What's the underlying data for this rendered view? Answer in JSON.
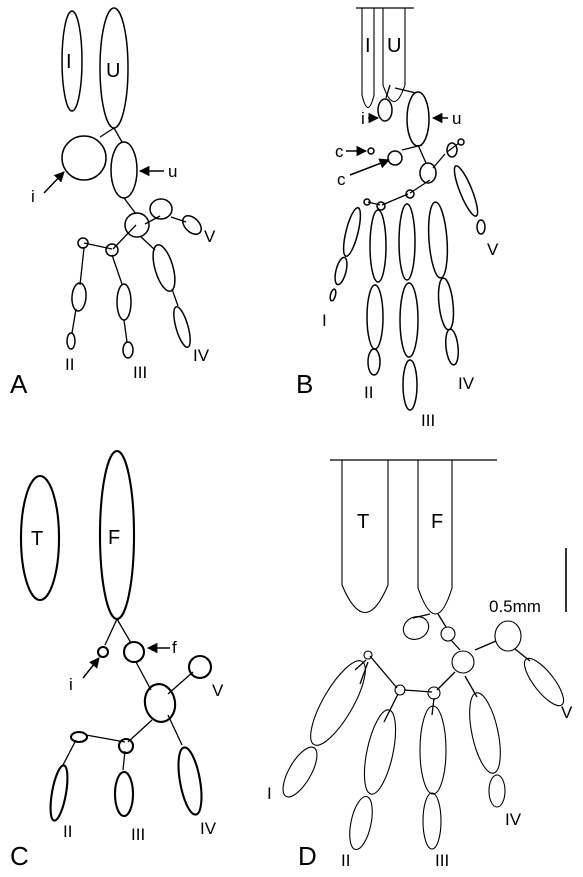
{
  "figure": {
    "panel_a": {
      "letter": "A",
      "bones": {
        "i_big": "I",
        "u_big": "U",
        "i": "i",
        "u": "u"
      },
      "digits": [
        "II",
        "III",
        "IV",
        "V"
      ]
    },
    "panel_b": {
      "letter": "B",
      "bones": {
        "i_big": "I",
        "u_big": "U",
        "i": "i",
        "u": "u",
        "c1": "c",
        "c2": "c"
      },
      "digits": [
        "I",
        "II",
        "III",
        "IV",
        "V"
      ]
    },
    "panel_c": {
      "letter": "C",
      "bones": {
        "t": "T",
        "f": "F",
        "i": "i",
        "f_small": "f"
      },
      "digits": [
        "II",
        "III",
        "IV",
        "V"
      ]
    },
    "panel_d": {
      "letter": "D",
      "bones": {
        "t": "T",
        "f": "F"
      },
      "digits": [
        "I",
        "II",
        "III",
        "IV",
        "V"
      ],
      "scale_bar": "0.5mm"
    }
  }
}
